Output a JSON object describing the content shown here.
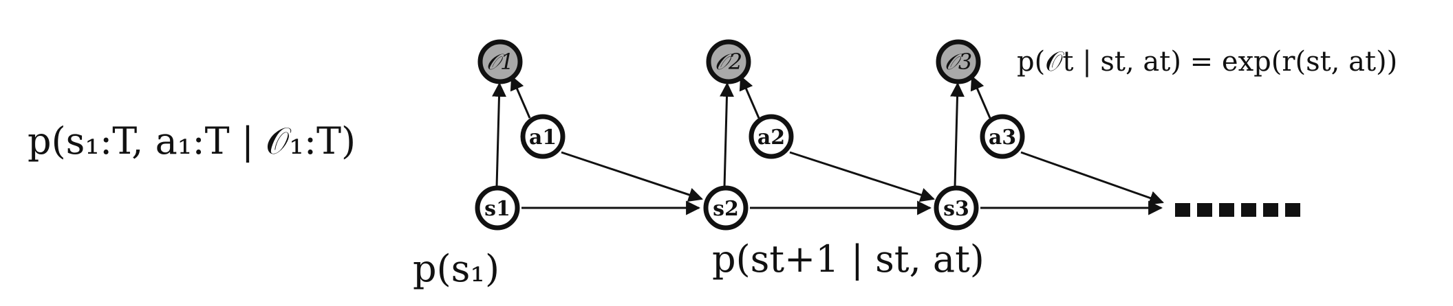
{
  "formulas": {
    "posterior": "p(s₁:T, a₁:T | 𝒪₁:T)",
    "observation_likelihood": "p(𝒪t | st, at) = exp(r(st, at))",
    "initial_state": "p(s₁)",
    "transition": "p(st+1 | st, at)"
  },
  "nodes": {
    "observations": [
      "𝒪1",
      "𝒪2",
      "𝒪3"
    ],
    "actions": [
      "a1",
      "a2",
      "a3"
    ],
    "states": [
      "s1",
      "s2",
      "s3"
    ]
  },
  "colors": {
    "observed_node_fill": "#a9a9a9",
    "node_fill": "#ffffff",
    "stroke": "#111111"
  },
  "continuation_marker": "dashed-ellipsis"
}
